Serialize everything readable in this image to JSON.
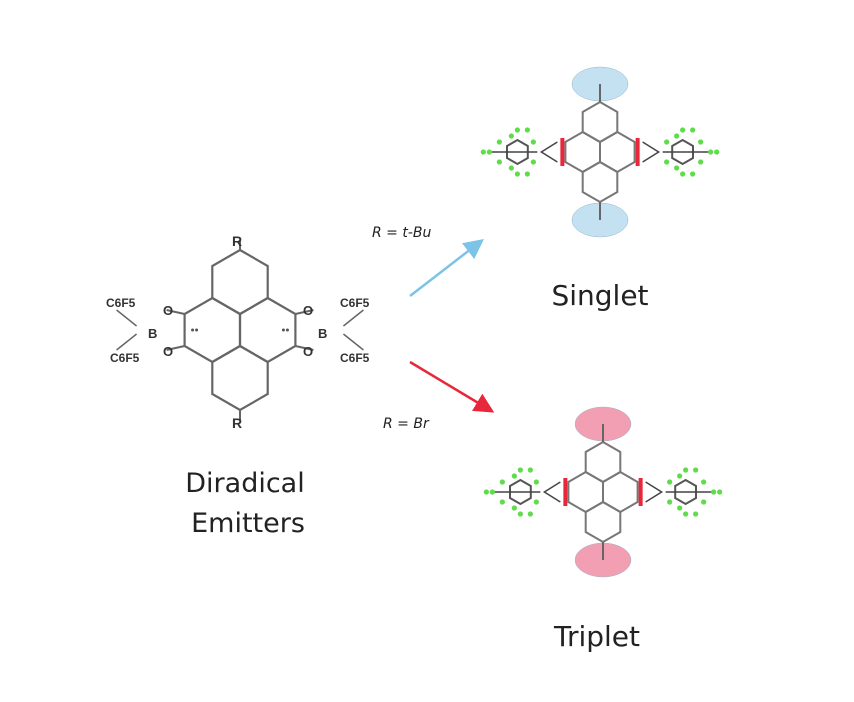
{
  "left_molecule": {
    "substituent_top": "R",
    "substituent_bottom": "R",
    "group_labels": [
      "C6F5",
      "C6F5",
      "C6F5",
      "C6F5"
    ],
    "oxygen": "O",
    "boron": "B",
    "caption_line1": "Diradical",
    "caption_line2": "Emitters"
  },
  "arrows": {
    "top_label": "R = t-Bu",
    "bottom_label": "R = Br",
    "top_color": "#7cc3e8",
    "bottom_color": "#e8283a"
  },
  "products": {
    "singlet_label": "Singlet",
    "triplet_label": "Triplet",
    "singlet_highlight": "#b9dcef",
    "triplet_highlight": "#f08fa8"
  }
}
